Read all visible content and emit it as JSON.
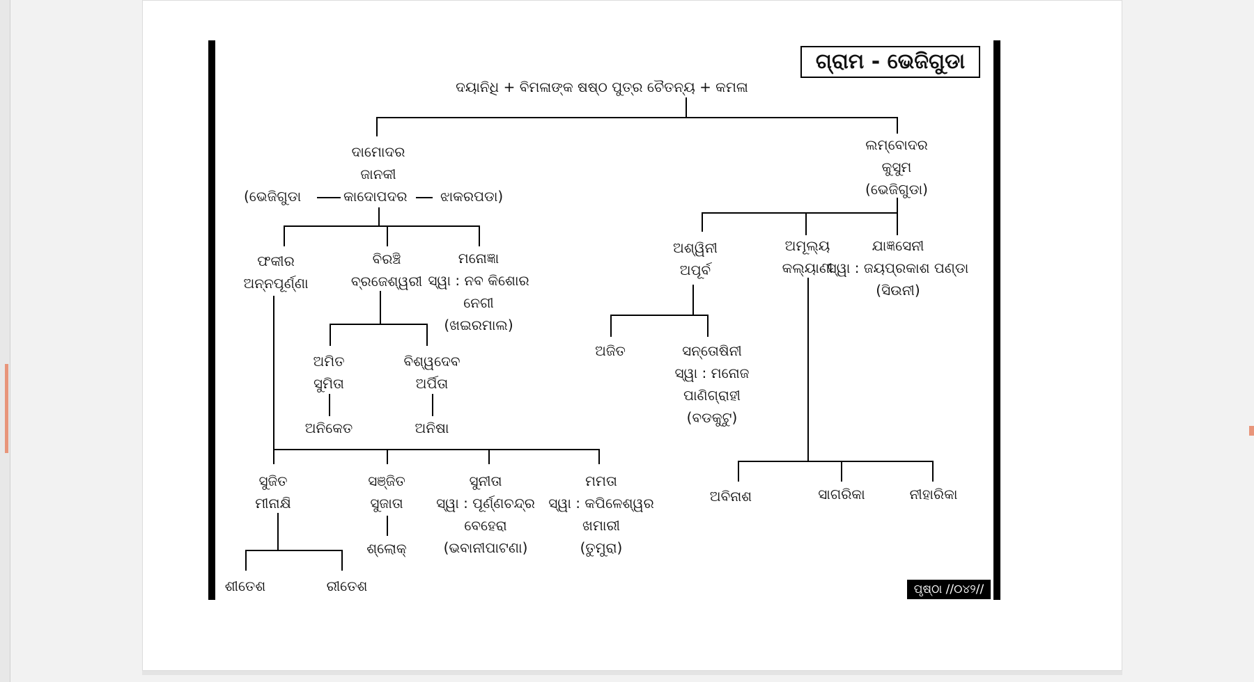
{
  "title": "ଗ୍ରାମ - ଭେଜିଗୁଡା",
  "page_number": "ପୃଷ୍ଠା //୦୪୨//",
  "root": "ଦୟାନିଧି + ବିମଳାଙ୍କ ଷଷ୍ଠ ପୁତ୍ର  ଚୈତନ୍ୟ + କମଳା",
  "damodar": {
    "name": "ଦାମୋଦର",
    "spouse": "ଜାନକୀ",
    "place_a": "(ଭେଜିଗୁଡା",
    "place_b": "କାଦୋପଦର",
    "place_c": "ଝାକରପଡା)"
  },
  "lambodar": {
    "name": "ଲମ୍ବୋଦର",
    "spouse": "କୁସୁମ",
    "place": "(ଭେଜିଗୁଡା)"
  },
  "fakir": {
    "name": "ଫକୀର",
    "spouse": "ଅନ୍ନପୂର୍ଣ୍ଣା"
  },
  "biranchi": {
    "name": "ବିରଞ୍ଚି",
    "spouse": "ବ୍ରଜେଶ୍ୱରୀ"
  },
  "manonjna": {
    "name": "ମନୋଜ୍ଞା",
    "husband": "ସ୍ୱା : ନବ କିଶୋର",
    "surname": "ନେଗୀ",
    "place": "(ଖଇରମାଲ)"
  },
  "amit": {
    "name": "ଅମିତ",
    "spouse": "ସୁମିତା",
    "child": "ଅନିକେତ"
  },
  "biswadev": {
    "name": "ବିଶ୍ୱଦେବ",
    "spouse": "ଅର୍ପିତା",
    "child": "ଅନିଷା"
  },
  "sujit": {
    "name": "ସୁଜିତ",
    "spouse": "ମୀନାକ୍ଷି"
  },
  "sanjit": {
    "name": "ସଞ୍ଜିତ",
    "spouse": "ସୁଜାତା",
    "child": "ଶ୍ଲୋକ୍"
  },
  "sunita": {
    "name": "ସୁନୀତା",
    "husband": "ସ୍ୱା : ପୂର୍ଣ୍ଣଚନ୍ଦ୍ର",
    "surname": "ବେହେରା",
    "place": "(ଭବାନୀପାଟଣା)"
  },
  "mamata": {
    "name": "ମମତା",
    "husband": "ସ୍ୱା : କପିଳେଶ୍ୱର",
    "surname": "ଖମାରୀ",
    "place": "(ତୁମୁରା)"
  },
  "shitesh": "ଶୀତେଶ",
  "ritesh": "ରୀତେଶ",
  "aswini": {
    "name": "ଅଶ୍ୱିନୀ",
    "spouse": "ଅପୂର୍ବ"
  },
  "amulya": {
    "name": "ଅମୂଲ୍ୟ",
    "spouse": "କଲ୍ୟାଣୀ"
  },
  "yajnaseni": {
    "name": "ଯାଜ୍ଞସେନୀ",
    "husband": "ସ୍ୱା : ଜୟପ୍ରକାଶ ପଣ୍ଡା",
    "place": "(ସିଉନୀ)"
  },
  "ajit": "ଅଜିତ",
  "santoshini": {
    "name": "ସନ୍ତୋଷିନୀ",
    "husband": "ସ୍ୱା : ମନୋଜ",
    "surname": "ପାଣିଗ୍ରାହୀ",
    "place": "(ବଡକୁଟୁ)"
  },
  "abinash": "ଅବିନାଶ",
  "sagarika": "ସାଗରିକା",
  "niharika": "ନୀହାରିକା"
}
